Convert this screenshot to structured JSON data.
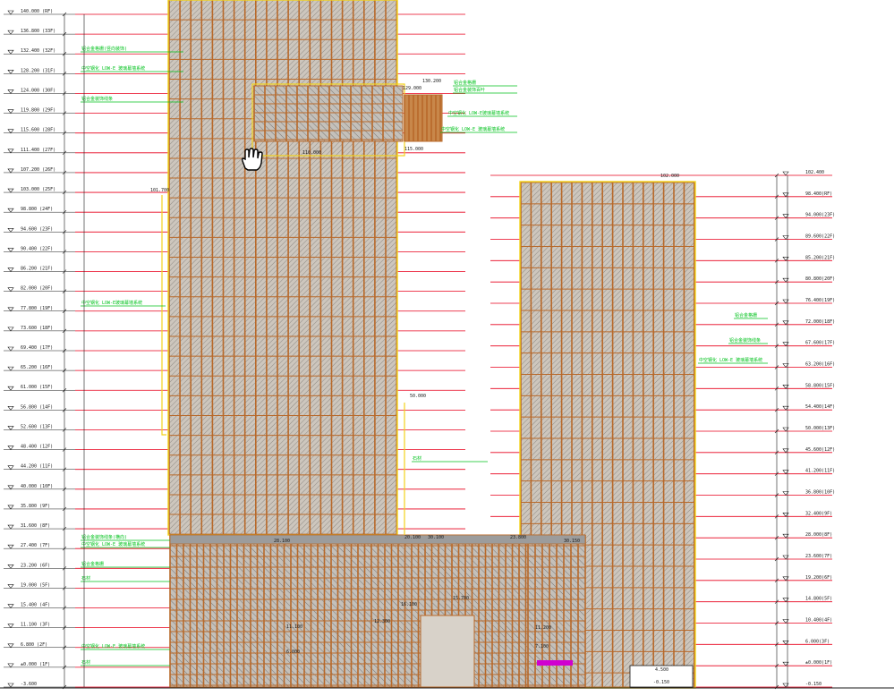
{
  "drawing": {
    "colors": {
      "background": "#ffffff",
      "level_line": "#e8001c",
      "curtain_wall": "#b8692a",
      "panel_fill": "#c9c2b8",
      "outline": "#f2d21b",
      "annotation": "#00c21c",
      "dimension": "#1a1a1a",
      "accent_magenta": "#d000d0"
    },
    "cursor_icon": "hand-pan-icon",
    "left_elevations": [
      {
        "label": "140.000 (RF)"
      },
      {
        "label": "136.800 (33F)"
      },
      {
        "label": "132.400 (32F)"
      },
      {
        "label": "128.200 (31F)"
      },
      {
        "label": "124.000 (30F)"
      },
      {
        "label": "119.800 (29F)"
      },
      {
        "label": "115.600 (28F)"
      },
      {
        "label": "111.400 (27F)"
      },
      {
        "label": "107.200 (26F)"
      },
      {
        "label": "103.000 (25F)"
      },
      {
        "label": "98.800 (24F)"
      },
      {
        "label": "94.600 (23F)"
      },
      {
        "label": "90.400 (22F)"
      },
      {
        "label": "86.200 (21F)"
      },
      {
        "label": "82.000 (20F)"
      },
      {
        "label": "77.800 (19F)"
      },
      {
        "label": "73.600 (18F)"
      },
      {
        "label": "69.400 (17F)"
      },
      {
        "label": "65.200 (16F)"
      },
      {
        "label": "61.000 (15F)"
      },
      {
        "label": "56.800 (14F)"
      },
      {
        "label": "52.600 (13F)"
      },
      {
        "label": "48.400 (12F)"
      },
      {
        "label": "44.200 (11F)"
      },
      {
        "label": "40.000 (10F)"
      },
      {
        "label": "35.800 (9F)"
      },
      {
        "label": "31.600 (8F)"
      },
      {
        "label": "27.400 (7F)"
      },
      {
        "label": "23.200 (6F)"
      },
      {
        "label": "19.000 (5F)"
      },
      {
        "label": "15.400 (4F)"
      },
      {
        "label": "11.100 (3F)"
      },
      {
        "label": "6.800 (2F)"
      },
      {
        "label": "±0.000 (1F)"
      },
      {
        "label": "-3.600"
      }
    ],
    "right_elevations": [
      {
        "label": "102.400"
      },
      {
        "label": "98.400(RF)"
      },
      {
        "label": "94.000(23F)"
      },
      {
        "label": "89.600(22F)"
      },
      {
        "label": "85.200(21F)"
      },
      {
        "label": "80.800(20F)"
      },
      {
        "label": "76.400(19F)"
      },
      {
        "label": "72.000(18F)"
      },
      {
        "label": "67.600(17F)"
      },
      {
        "label": "63.200(16F)"
      },
      {
        "label": "58.800(15F)"
      },
      {
        "label": "54.400(14F)"
      },
      {
        "label": "50.000(13F)"
      },
      {
        "label": "45.600(12F)"
      },
      {
        "label": "41.200(11F)"
      },
      {
        "label": "36.800(10F)"
      },
      {
        "label": "32.400(9F)"
      },
      {
        "label": "28.000(8F)"
      },
      {
        "label": "23.600(7F)"
      },
      {
        "label": "19.200(6F)"
      },
      {
        "label": "14.800(5F)"
      },
      {
        "label": "10.400(4F)"
      },
      {
        "label": "6.000(3F)"
      },
      {
        "label": "±0.000(1F)"
      },
      {
        "label": "-0.150"
      }
    ],
    "spot_levels": [
      {
        "text": "101.700"
      },
      {
        "text": "129.000"
      },
      {
        "text": "130.200"
      },
      {
        "text": "110.000"
      },
      {
        "text": "115.000"
      },
      {
        "text": "102.000"
      },
      {
        "text": "50.000"
      },
      {
        "text": "28.100"
      },
      {
        "text": "30.100"
      },
      {
        "text": "20.100"
      },
      {
        "text": "23.800"
      },
      {
        "text": "30.150"
      },
      {
        "text": "16.100"
      },
      {
        "text": "15.700"
      },
      {
        "text": "11.100"
      },
      {
        "text": "12.300"
      },
      {
        "text": "11.200"
      },
      {
        "text": "6.000"
      },
      {
        "text": "7.100"
      },
      {
        "text": "4.500"
      },
      {
        "text": "-0.150"
      }
    ],
    "annotations": [
      {
        "text": "铝合金格栅(竖向装饰)"
      },
      {
        "text": "中空钢化 LOW-E 玻璃幕墙系统"
      },
      {
        "text": "铝合金装饰线条"
      },
      {
        "text": "铝合金格栅"
      },
      {
        "text": "铝合金装饰百叶"
      },
      {
        "text": "中空钢化 LOW-E玻璃幕墙系统"
      },
      {
        "text": "中空钢化 LOW-E 玻璃幕墙系统"
      },
      {
        "text": "中空钢化 LOW-E玻璃幕墙系统"
      },
      {
        "text": "铝合金格栅"
      },
      {
        "text": "铝合金装饰线条"
      },
      {
        "text": "中空钢化 LOW-E 玻璃幕墙系统"
      },
      {
        "text": "石材"
      },
      {
        "text": "铝合金装饰线条(横向)"
      },
      {
        "text": "中空钢化 LOW-E 玻璃幕墙系统"
      },
      {
        "text": "铝合金格栅"
      },
      {
        "text": "石材"
      },
      {
        "text": "中空钢化 LOW-E 玻璃幕墙系统"
      },
      {
        "text": "石材"
      }
    ]
  }
}
